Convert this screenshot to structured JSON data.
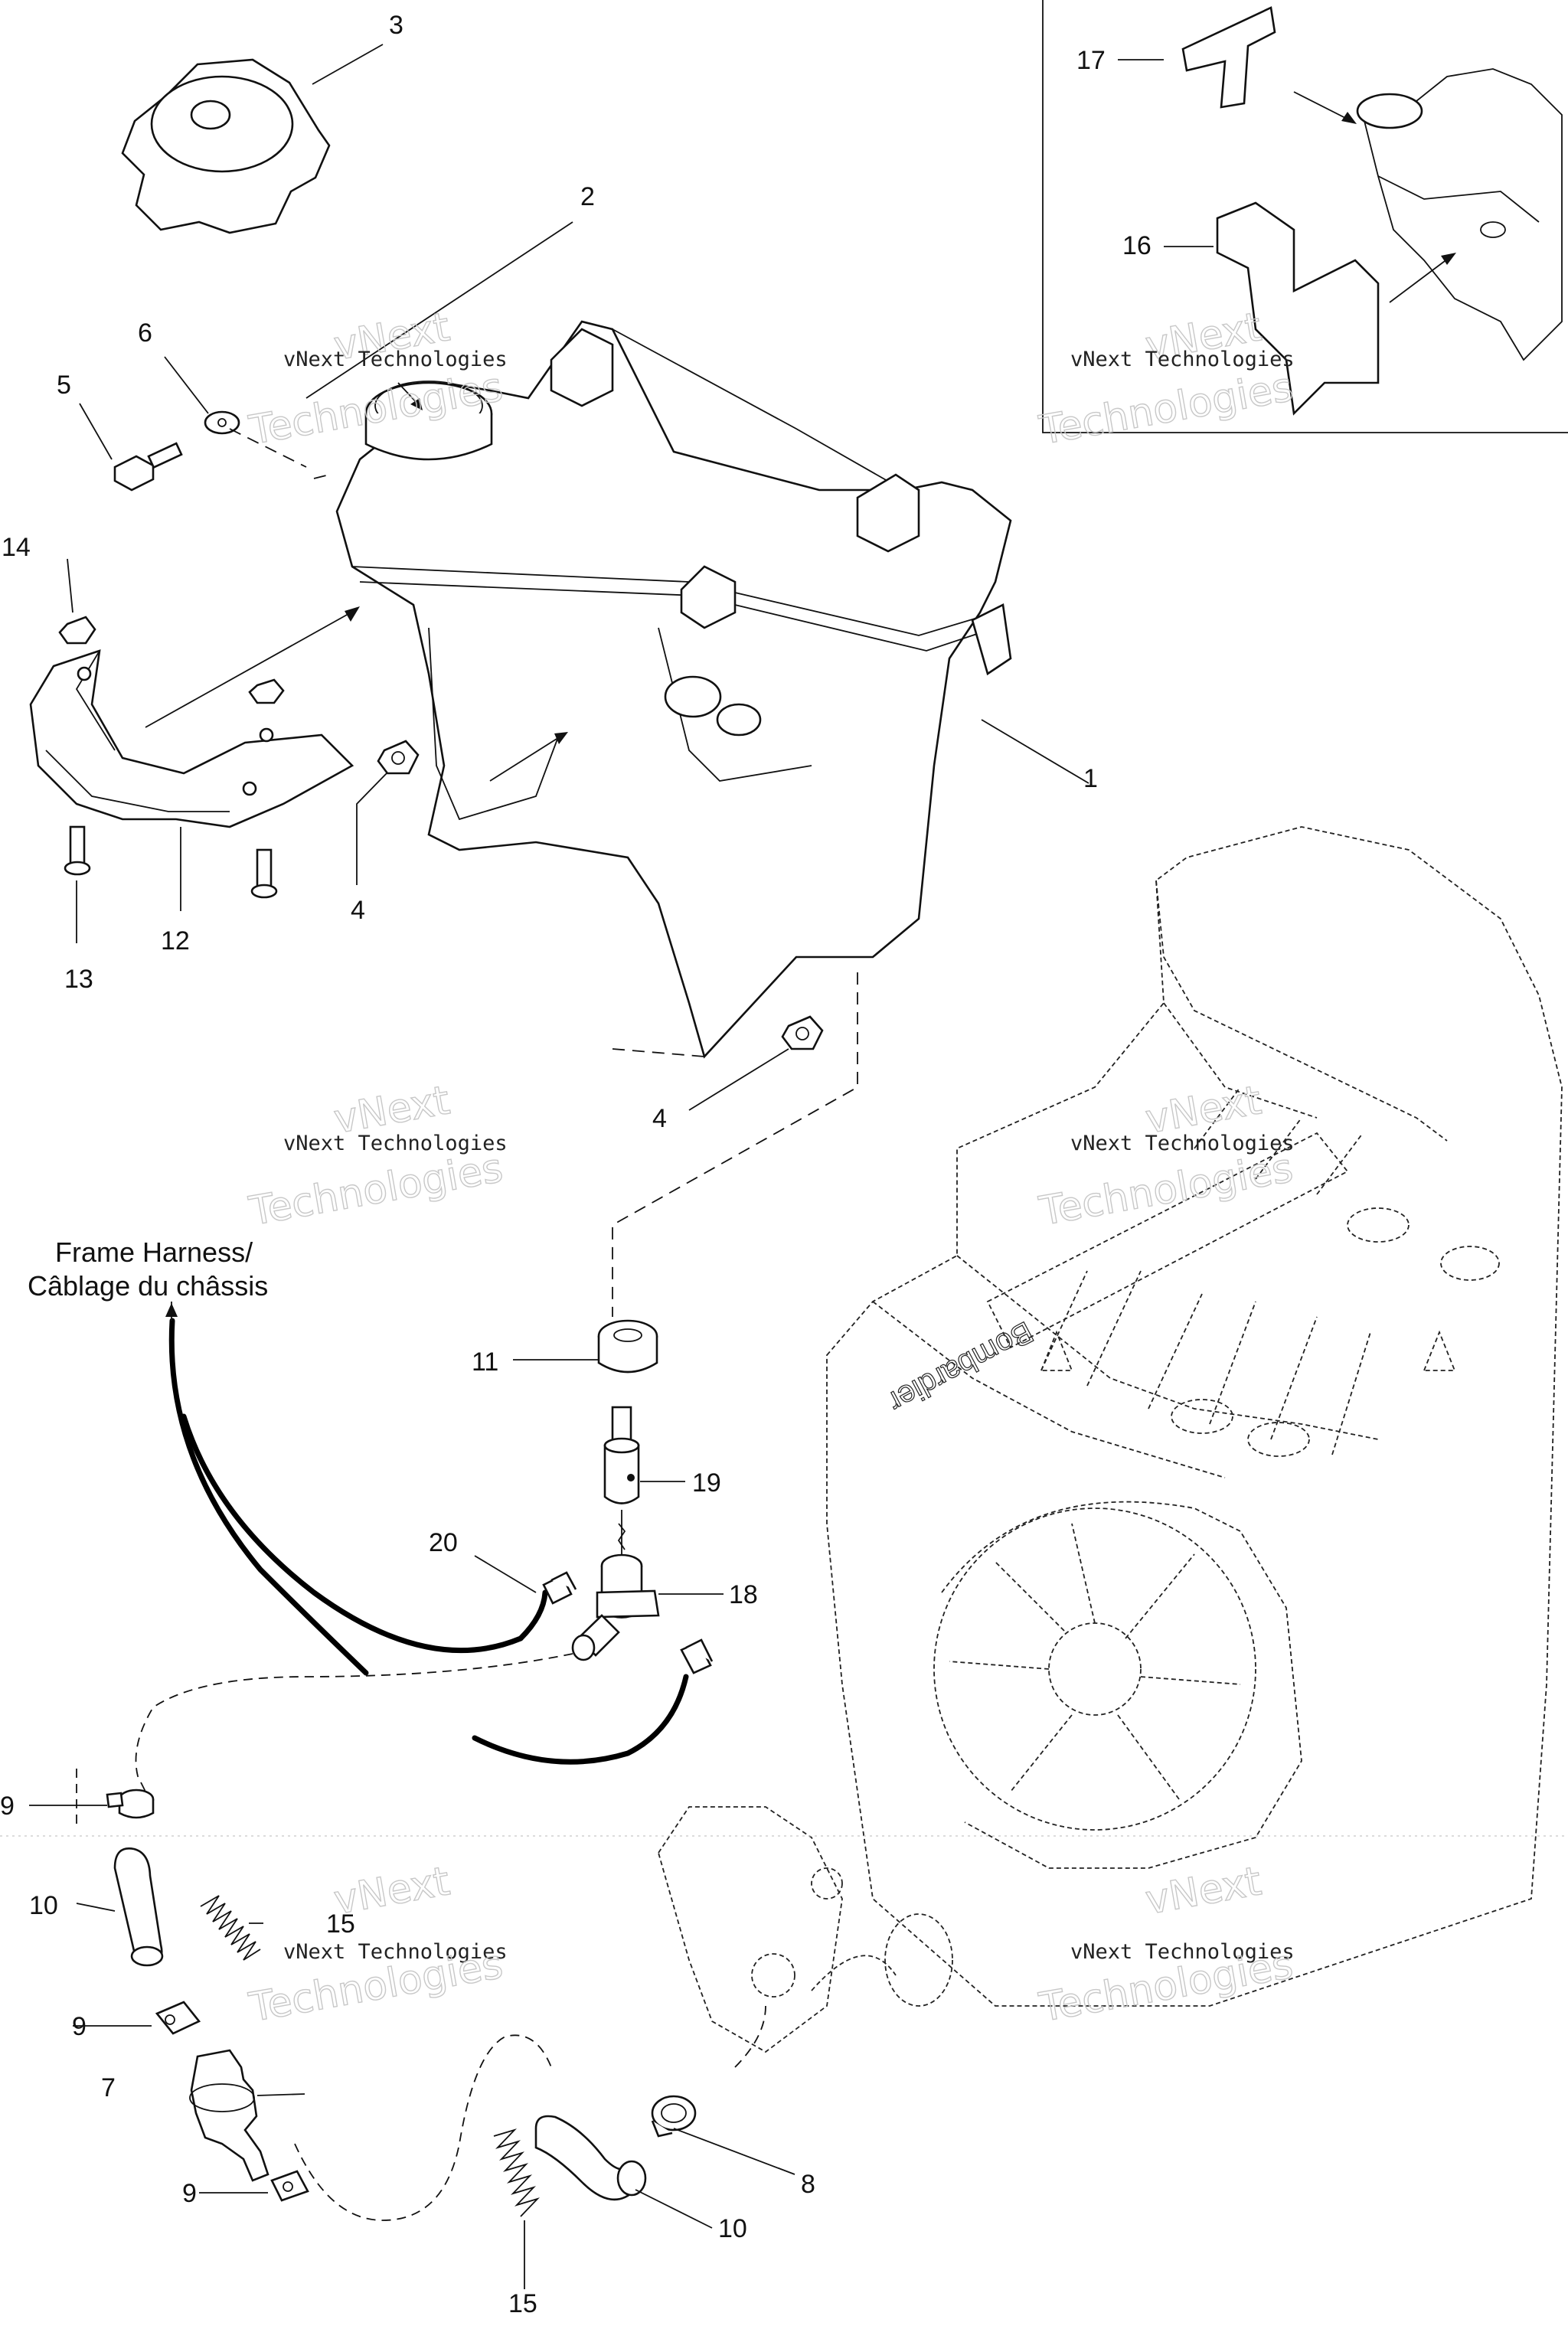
{
  "diagram": {
    "callouts": {
      "c1": "1",
      "c2": "2",
      "c3": "3",
      "c4a": "4",
      "c4b": "4",
      "c5": "5",
      "c6": "6",
      "c7": "7",
      "c8": "8",
      "c9a": "9",
      "c9b": "9",
      "c9c": "9",
      "c10a": "10",
      "c10b": "10",
      "c11": "11",
      "c12": "12",
      "c13": "13",
      "c14": "14",
      "c15a": "15",
      "c15b": "15",
      "c16": "16",
      "c17": "17",
      "c18": "18",
      "c19": "19",
      "c20": "20"
    },
    "harness_label": {
      "line1": "Frame Harness/",
      "line2": "Câblage du châssis"
    },
    "engine_brand": "Bombardier",
    "watermark": {
      "small": "vNext Technologies",
      "big_line1": "vNext",
      "big_line2": "Technologies"
    }
  }
}
